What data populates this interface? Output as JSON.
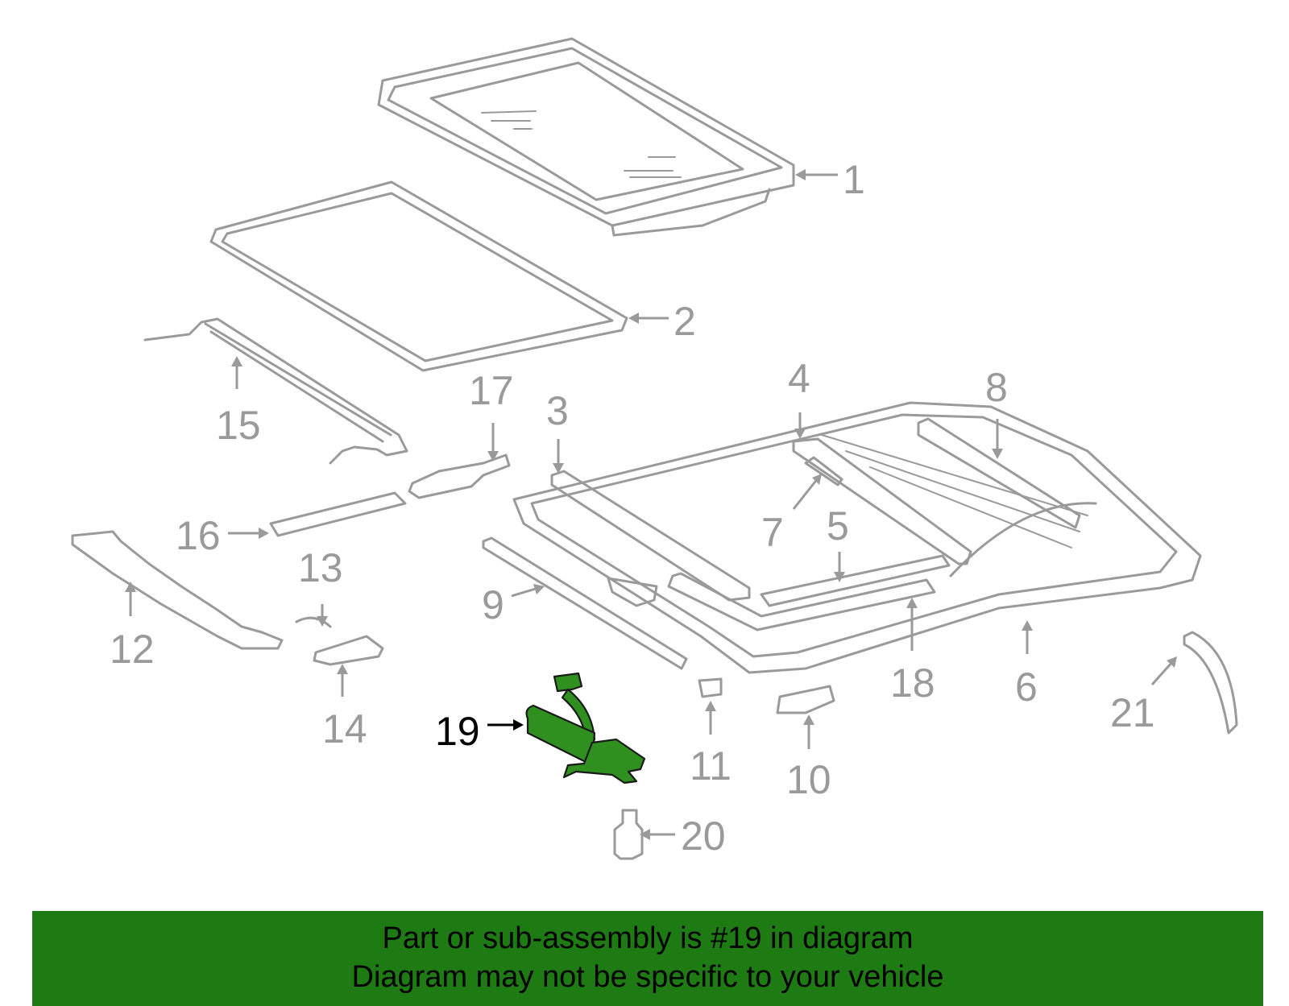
{
  "diagram": {
    "highlight_color": "#2f8f1f",
    "part_line_color": "#9a9a9a",
    "callouts": [
      "1",
      "2",
      "3",
      "4",
      "5",
      "6",
      "7",
      "8",
      "9",
      "10",
      "11",
      "12",
      "13",
      "14",
      "15",
      "16",
      "17",
      "18",
      "19",
      "20",
      "21"
    ],
    "highlighted_callout": "19"
  },
  "banner": {
    "color": "#1e7a12",
    "line1": "Part or sub-assembly is #19 in diagram",
    "line2": "Diagram may not be specific to your vehicle"
  }
}
